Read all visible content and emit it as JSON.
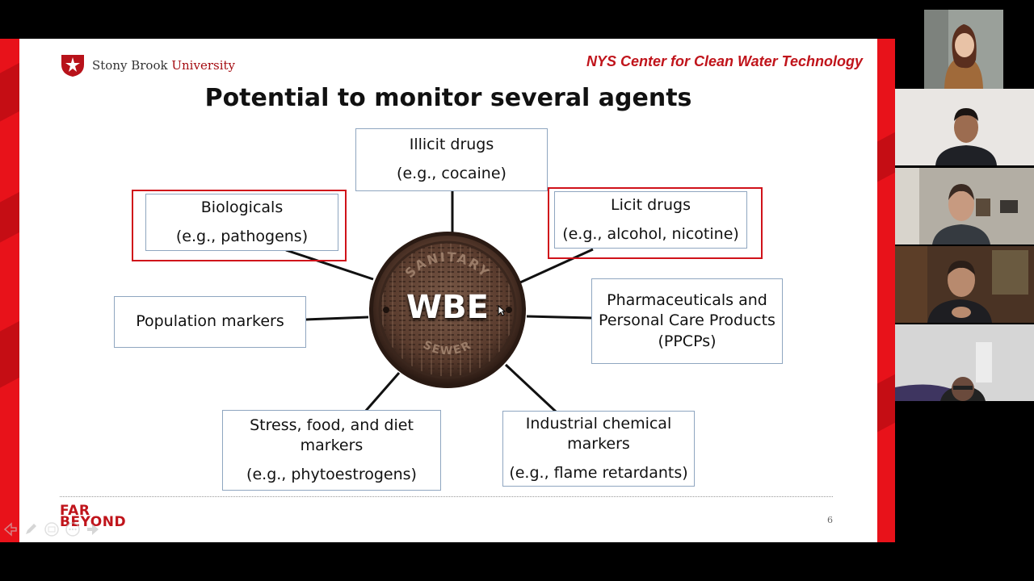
{
  "slide": {
    "logo_name": "Stony Brook",
    "logo_name_accent": "University",
    "center_name": "NYS Center for Clean Water Technology",
    "title": "Potential to monitor several agents",
    "center_label": "WBE",
    "cover_text_top": "SANITARY",
    "cover_text_bottom": "SEWER",
    "boxes": {
      "illicit": {
        "title": "Illicit drugs",
        "sub": "(e.g., cocaine)"
      },
      "biologicals": {
        "title": "Biologicals",
        "sub": "(e.g., pathogens)"
      },
      "licit": {
        "title": "Licit drugs",
        "sub": "(e.g., alcohol, nicotine)"
      },
      "population": {
        "title": "Population markers"
      },
      "pharma": {
        "title": "Pharmaceuticals and Personal Care Products (PPCPs)"
      },
      "stress": {
        "title": "Stress, food, and diet markers",
        "sub": "(e.g., phytoestrogens)"
      },
      "industrial": {
        "title": "Industrial chemical markers",
        "sub": "(e.g., flame retardants)"
      }
    },
    "footer_brand_line1": "FAR",
    "footer_brand_line2": "BEYOND",
    "page_number": "6"
  },
  "toolbar": {
    "icons": [
      "arrow-left-icon",
      "pen-icon",
      "slides-icon",
      "more-icon",
      "arrow-right-icon"
    ]
  },
  "participants": [
    {
      "name": "participant-1"
    },
    {
      "name": "participant-2"
    },
    {
      "name": "participant-3"
    },
    {
      "name": "participant-4"
    },
    {
      "name": "participant-5"
    }
  ],
  "colors": {
    "brand_red": "#c0141b",
    "box_border": "#8fa6c0",
    "highlight_red": "#d0121a"
  }
}
